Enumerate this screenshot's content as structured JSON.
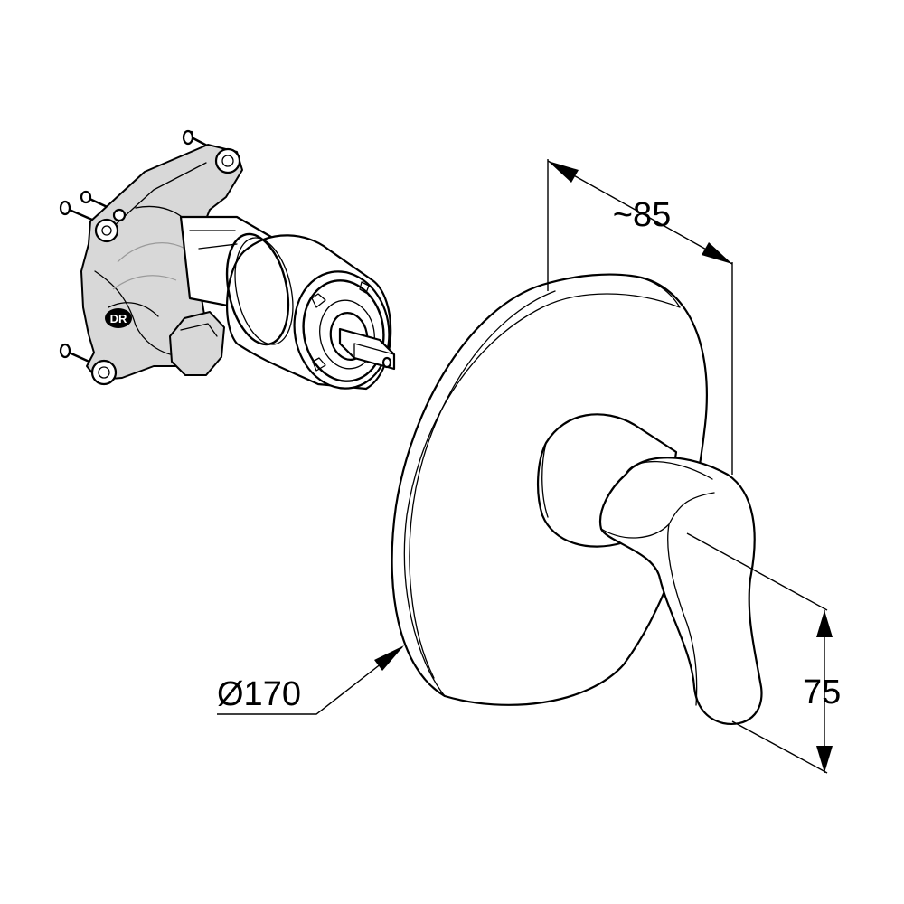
{
  "drawing": {
    "logo_text": "DR",
    "dimensions": {
      "depth": "~85",
      "diameter": "Ø170",
      "lever_height": "75"
    }
  }
}
